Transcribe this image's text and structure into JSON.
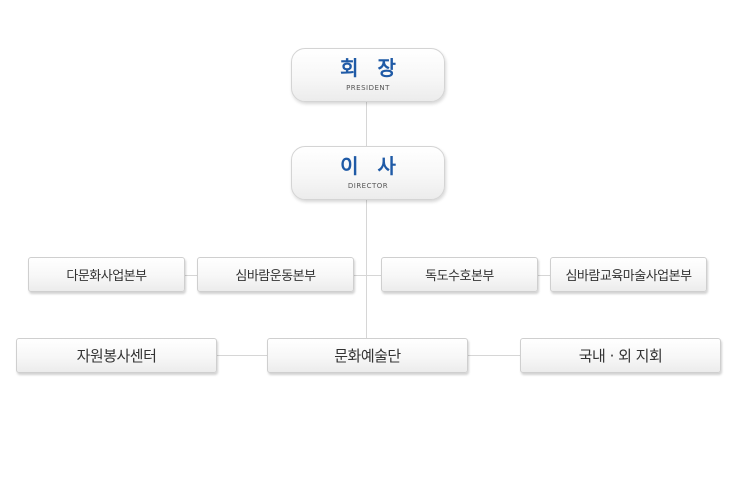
{
  "top": {
    "president": {
      "label": "회 장",
      "sub": "PRESIDENT"
    },
    "director": {
      "label": "이 사",
      "sub": "DIRECTOR"
    }
  },
  "headquarters": [
    "다문화사업본부",
    "심바람운동본부",
    "독도수호본부",
    "심바람교육마술사업본부"
  ],
  "bottom": {
    "left": "자원봉사센터",
    "center": "문화예술단",
    "right": "국내 · 외 지회"
  },
  "colors": {
    "lead_text": "#1f5aa6",
    "body_text": "#333333",
    "connector": "#d6d6d6"
  }
}
